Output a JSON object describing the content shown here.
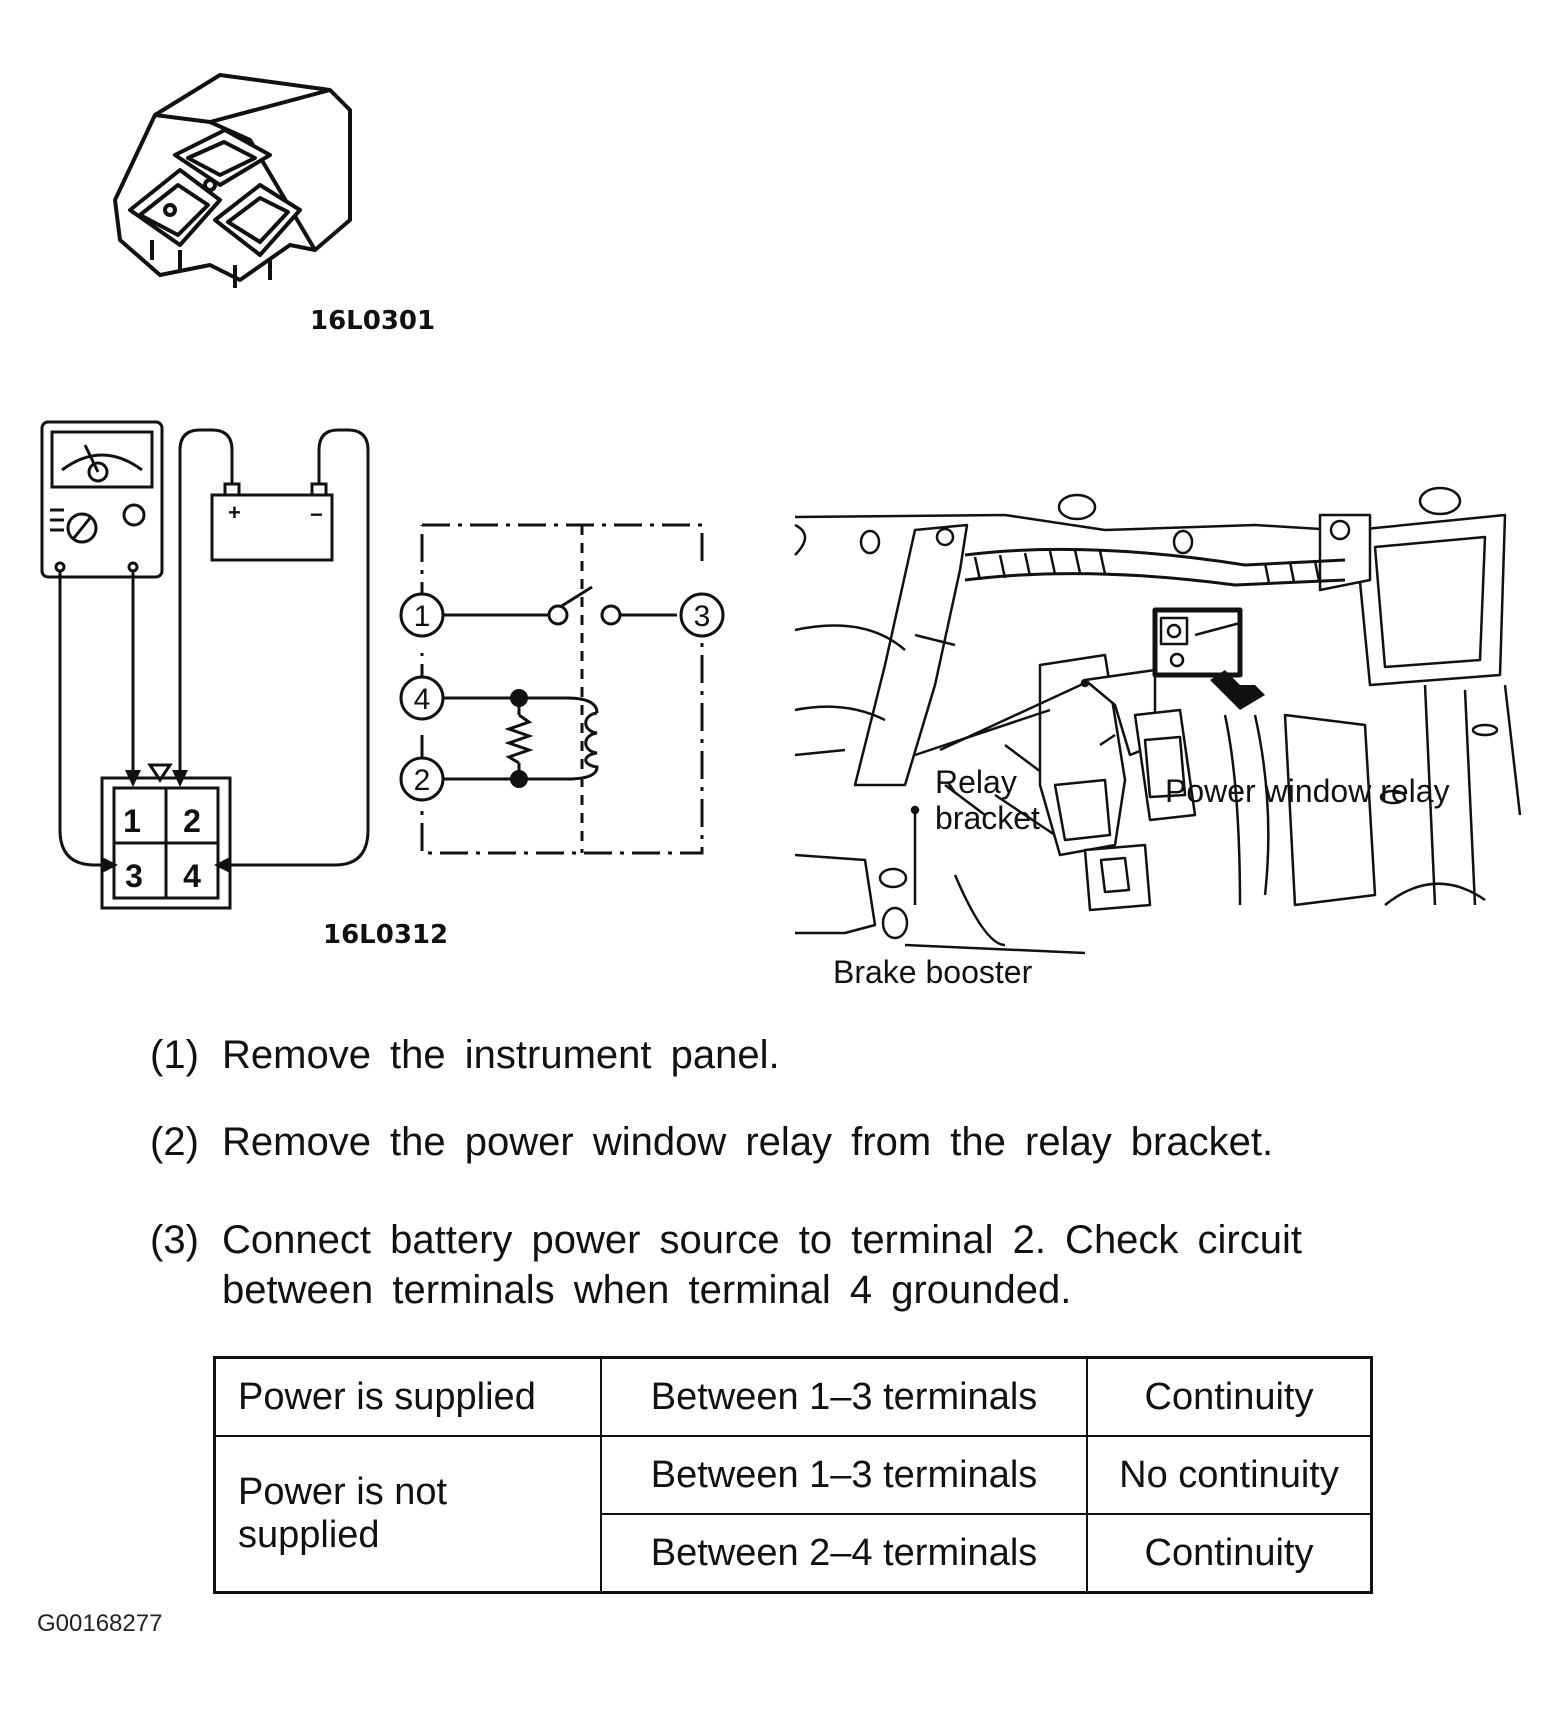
{
  "figures": {
    "relay_code": "16L0301",
    "test_code": "16L0312",
    "schematic_terminals": [
      "1",
      "3",
      "4",
      "2"
    ],
    "connector_terminals": [
      "1",
      "2",
      "3",
      "4"
    ],
    "battery_plus": "+",
    "battery_minus": "−",
    "location_labels": {
      "relay_bracket_line1": "Relay",
      "relay_bracket_line2": "bracket",
      "power_window_relay": "Power window relay",
      "brake_booster": "Brake booster"
    }
  },
  "steps": [
    {
      "num": "(1)",
      "text": "Remove the instrument panel."
    },
    {
      "num": "(2)",
      "text": "Remove the power window relay from the relay bracket."
    },
    {
      "num": "(3)",
      "text_line1": "Connect battery power source to terminal 2. Check circuit",
      "text_line2": "between terminals when terminal 4 grounded."
    }
  ],
  "table": {
    "rows": [
      {
        "condition": "Power is supplied",
        "terminals": "Between 1–3 terminals",
        "result": "Continuity"
      },
      {
        "condition_line1": "Power is not",
        "condition_line2": "supplied",
        "terminals": "Between 1–3 terminals",
        "result": "No continuity"
      },
      {
        "terminals": "Between 2–4 terminals",
        "result": "Continuity"
      }
    ]
  },
  "image_id": "G00168277"
}
